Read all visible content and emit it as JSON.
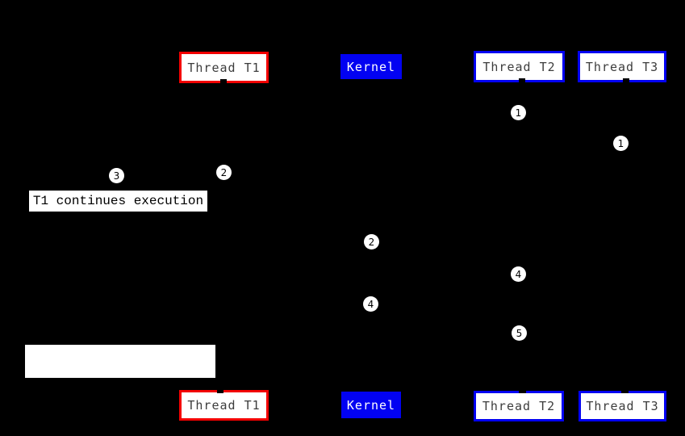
{
  "page": {
    "background": "#000000",
    "type": "thread-kernel-sequence-diagram"
  },
  "colors": {
    "thread_t1_border": "#f20000",
    "thread_t2_t3_border": "#0202f2",
    "kernel_bg": "#0202f2",
    "box_bg": "#ffffff",
    "box_text": "#3d3d3d",
    "marker_bg": "#ffffff",
    "marker_text": "#000000",
    "background": "#000000"
  },
  "lanes": {
    "top": [
      {
        "label": "Thread T1"
      },
      {
        "label": "Kernel"
      },
      {
        "label": "Thread T2"
      },
      {
        "label": "Thread T3"
      }
    ],
    "bottom": [
      {
        "label": "Thread T1"
      },
      {
        "label": "Kernel"
      },
      {
        "label": "Thread T2"
      },
      {
        "label": "Thread T3"
      }
    ]
  },
  "markers": [
    {
      "value": "1"
    },
    {
      "value": "1"
    },
    {
      "value": "3"
    },
    {
      "value": "2"
    },
    {
      "value": "2"
    },
    {
      "value": "4"
    },
    {
      "value": "4"
    },
    {
      "value": "5"
    }
  ],
  "annotations": [
    {
      "text": "T1 continues execution"
    },
    {
      "text": ""
    }
  ]
}
